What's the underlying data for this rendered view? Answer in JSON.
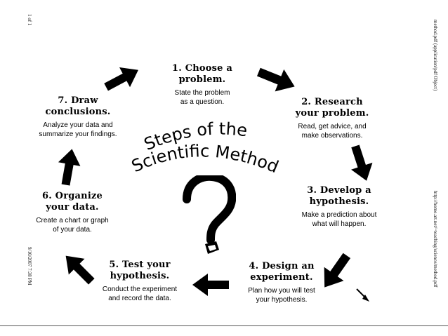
{
  "margins": {
    "left_top": "1 of 1",
    "left_bottom": "9/10/2007 7:38 PM",
    "right_top": "method.pdf (application/pdf Object)",
    "right_bottom": "http://home.att.net/~teaching/science/method.pdf"
  },
  "diagram": {
    "title_line1": "Steps of the",
    "title_line2": "Scientific Method",
    "steps": [
      {
        "title1": "1. Choose a",
        "title2": "problem.",
        "desc1": "State the problem",
        "desc2": "as a question."
      },
      {
        "title1": "2. Research",
        "title2": "your problem.",
        "desc1": "Read, get advice, and",
        "desc2": "make observations."
      },
      {
        "title1": "3. Develop a",
        "title2": "hypothesis.",
        "desc1": "Make a prediction about",
        "desc2": "what will happen."
      },
      {
        "title1": "4. Design an",
        "title2": "experiment.",
        "desc1": "Plan how you will test",
        "desc2": "your hypothesis."
      },
      {
        "title1": "5. Test your",
        "title2": "hypothesis.",
        "desc1": "Conduct the experiment",
        "desc2": "and record the data."
      },
      {
        "title1": "6. Organize",
        "title2": "your data.",
        "desc1": "Create a chart or graph",
        "desc2": "of your data."
      },
      {
        "title1": "7. Draw",
        "title2": "conclusions.",
        "desc1": "Analyze your data and",
        "desc2": "summarize your findings."
      }
    ],
    "icons": {
      "center": "question-mark-swirl-icon",
      "arrows": "arrow-icon"
    }
  }
}
